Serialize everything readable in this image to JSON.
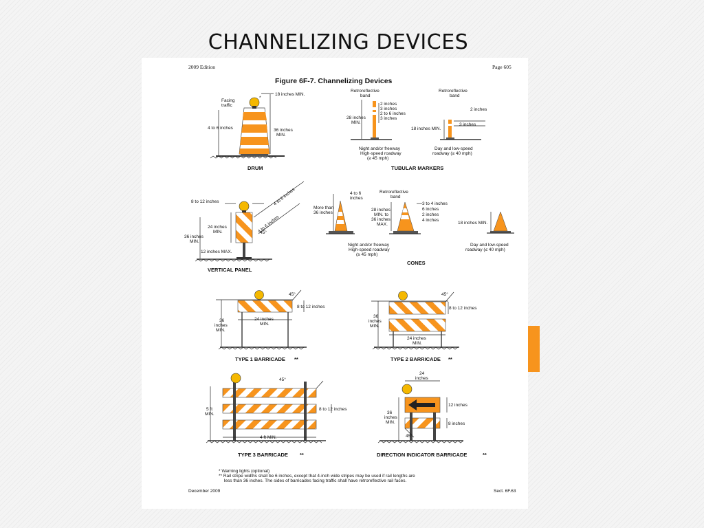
{
  "slide": {
    "title": "CHANNELIZING DEVICES"
  },
  "colors": {
    "accent": "#f7941d",
    "device_orange": "#f7941d",
    "light": "#f5b800"
  },
  "page": {
    "edition": "2009 Edition",
    "page_number": "Page 605",
    "figure_title": "Figure 6F-7. Channelizing Devices",
    "footer_date": "December 2009",
    "footer_section": "Sect. 6F.63"
  },
  "drum": {
    "name": "DRUM",
    "facing": [
      "Facing",
      "traffic"
    ],
    "width": "18 inches MIN.",
    "stripe": "4 to 6 inches",
    "height": [
      "36 inches",
      "MIN."
    ]
  },
  "tubular": {
    "name": "TUBULAR MARKERS",
    "band_left": [
      "Retroreflective",
      "band"
    ],
    "dims_left": [
      "2 inches",
      "3 inches",
      "2 to 6 inches",
      "3 inches"
    ],
    "height_left": [
      "28 inches",
      "MIN."
    ],
    "note_left": [
      "Night and/or freeway",
      "High-speed roadway",
      "(≥ 45 mph)"
    ],
    "band_right": [
      "Retroreflective",
      "band"
    ],
    "dim_right_top": "2 inches",
    "dim_right_bottom": "3 inches",
    "height_right": "18 inches MIN.",
    "note_right": [
      "Day and low-speed",
      "roadway (≤ 40 mph)"
    ]
  },
  "vertical_panel": {
    "name": "VERTICAL PANEL",
    "width": "8 to 12 inches",
    "stripe_a": "4 to 6 inches",
    "stripe_b": "4 to 6 inches",
    "angle": "45°",
    "panel_height": [
      "24 inches",
      "MIN."
    ],
    "height": [
      "36 inches",
      "MIN."
    ],
    "max": "12 inches MAX."
  },
  "cones": {
    "name": "CONES",
    "stripe": [
      "4 to 6",
      "inches"
    ],
    "band": [
      "Retroreflective",
      "band"
    ],
    "more_than": [
      "More than",
      "36 inches"
    ],
    "height": [
      "28 inches",
      "MIN. to",
      "36 inches",
      "MAX."
    ],
    "dims": [
      "3 to 4 inches",
      "6 inches",
      "2 inches",
      "4 inches"
    ],
    "note_left": [
      "Night and/or freeway",
      "High-speed roadway",
      "(≥ 45 mph)"
    ],
    "small_height": "18 inches MIN.",
    "note_right": [
      "Day and low-speed",
      "roadway (≤ 40 mph)"
    ]
  },
  "type1": {
    "name": "TYPE 1 BARRICADE",
    "angle": "45°",
    "rail": "8 to 12 inches",
    "length": [
      "24 inches",
      "MIN."
    ],
    "height": [
      "36",
      "inches",
      "MIN."
    ]
  },
  "type2": {
    "name": "TYPE 2 BARRICADE",
    "angle": "45°",
    "rail": "8 to 12 inches",
    "length": [
      "24 inches",
      "MIN."
    ],
    "height": [
      "36",
      "inches",
      "MIN."
    ]
  },
  "type3": {
    "name": "TYPE 3 BARRICADE",
    "angle": "45°",
    "rail": "8 to 12 inches",
    "length": "4 ft MIN.",
    "height": [
      "5 ft",
      "MIN."
    ]
  },
  "direction": {
    "name": "DIRECTION INDICATOR BARRICADE",
    "width": [
      "24",
      "inches"
    ],
    "top": "12 inches",
    "bottom": "8 inches",
    "height": [
      "36",
      "inches",
      "MIN."
    ],
    "angle": "45°"
  },
  "marks": {
    "single": "*",
    "double": "**"
  },
  "notes": [
    "* Warning lights (optional)",
    "** Rail stripe widths shall be 6 inches, except that 4-inch wide stripes may be used if rail lengths are",
    "less than 36 inches.  The sides of barricades facing traffic shall have retroreflective rail faces."
  ]
}
